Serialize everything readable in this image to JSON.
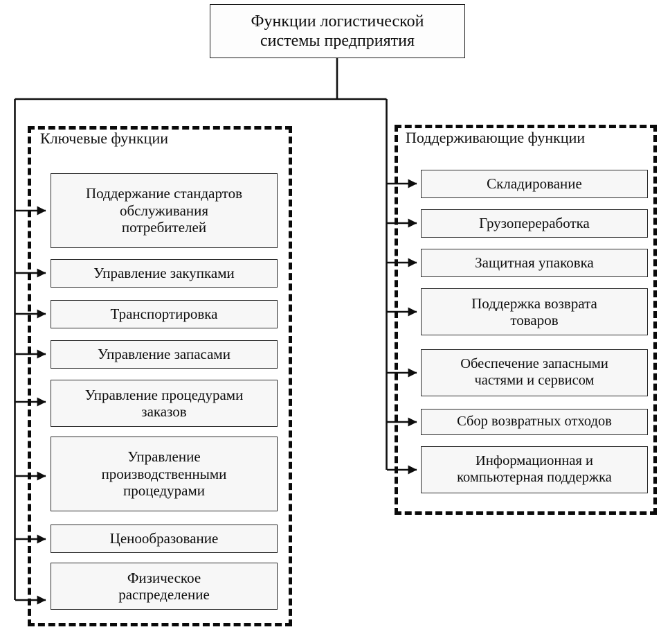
{
  "title": {
    "line1": "Функции логистической",
    "line2": "системы предприятия",
    "text": "Функции логистической системы предприятия"
  },
  "colors": {
    "line": "#101010",
    "box_border": "#2b2b2b",
    "box_fill": "#f7f7f7",
    "dashed_border": "#0a0a0a",
    "background": "#ffffff",
    "text": "#0d0d0d"
  },
  "groups": [
    {
      "id": "key-functions",
      "label": "Ключевые функции",
      "items": [
        {
          "label": "Поддержание стандартов обслуживания потребителей",
          "lines": [
            "Поддержание стандартов",
            "обслуживания",
            "потребителей"
          ]
        },
        {
          "label": "Управление закупками",
          "lines": [
            "Управление закупками"
          ]
        },
        {
          "label": "Транспортировка",
          "lines": [
            "Транспортировка"
          ]
        },
        {
          "label": "Управление запасами",
          "lines": [
            "Управление запасами"
          ]
        },
        {
          "label": "Управление процедурами заказов",
          "lines": [
            "Управление процедурами",
            "заказов"
          ]
        },
        {
          "label": "Управление производственными процедурами",
          "lines": [
            "Управление",
            "производственными",
            "процедурами"
          ]
        },
        {
          "label": "Ценообразование",
          "lines": [
            "Ценообразование"
          ]
        },
        {
          "label": "Физическое распределение",
          "lines": [
            "Физическое",
            "распределение"
          ]
        }
      ]
    },
    {
      "id": "supporting-functions",
      "label": "Поддерживающие функции",
      "items": [
        {
          "label": "Складирование",
          "lines": [
            "Складирование"
          ]
        },
        {
          "label": "Грузопереработка",
          "lines": [
            "Грузопереработка"
          ]
        },
        {
          "label": "Защитная упаковка",
          "lines": [
            "Защитная упаковка"
          ]
        },
        {
          "label": "Поддержка возврата товаров",
          "lines": [
            "Поддержка возврата",
            "товаров"
          ]
        },
        {
          "label": "Обеспечение запасными частями и сервисом",
          "lines": [
            "Обеспечение запасными",
            "частями и сервисом"
          ]
        },
        {
          "label": "Сбор возвратных отходов",
          "lines": [
            "Сбор возвратных отходов"
          ]
        },
        {
          "label": "Информационная и компьютерная поддержка",
          "lines": [
            "Информационная и",
            "компьютерная поддержка"
          ]
        }
      ]
    }
  ]
}
